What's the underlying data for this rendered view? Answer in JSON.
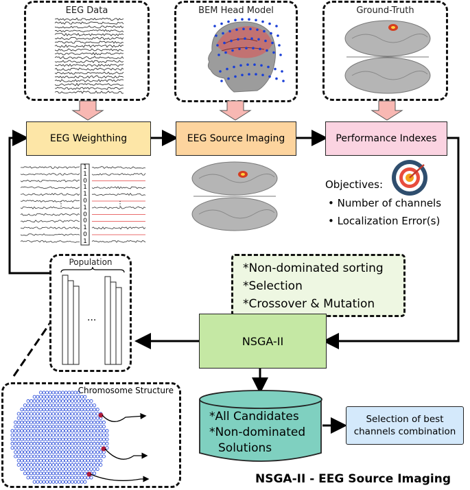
{
  "panels": {
    "eeg_data": "EEG Data",
    "bem": "BEM Head Model",
    "ground_truth": "Ground-Truth",
    "population": "Population",
    "chromosome": "Chromosome Structure"
  },
  "boxes": {
    "weighting": "EEG Weighthing",
    "source_imaging": "EEG Source Imaging",
    "performance": "Performance Indexes",
    "nsga": "NSGA-II",
    "selection_best": "Selection of best channels combination"
  },
  "objectives": {
    "title": "Objectives:",
    "items": [
      "• Number of channels",
      "• Localization Error(s)"
    ]
  },
  "operators": [
    "*Non-dominated sorting",
    "*Selection",
    "*Crossover & Mutation"
  ],
  "database": [
    "*All Candidates",
    "*Non-dominated",
    "Solutions"
  ],
  "weight_vector": [
    "1",
    "1",
    "0",
    "1",
    "1",
    "0",
    "1",
    "0",
    "0",
    "1",
    "0",
    "1"
  ],
  "weight_dots": "⋮",
  "population_ellipsis": "...",
  "footer_title": "NSGA-II - EEG Source Imaging",
  "colors": {
    "weighting": "#fde6a7",
    "source_imaging": "#fdd49e",
    "performance": "#fbd3e1",
    "nsga": "#c5e8a4",
    "operators_bg": "#eef7e2",
    "database": "#7fd0c0",
    "selection_best": "#d4e9fb",
    "arrow_fill": "#f8b8b3",
    "electrode": "#1a3fd6",
    "red_line": "#e23b3b"
  }
}
